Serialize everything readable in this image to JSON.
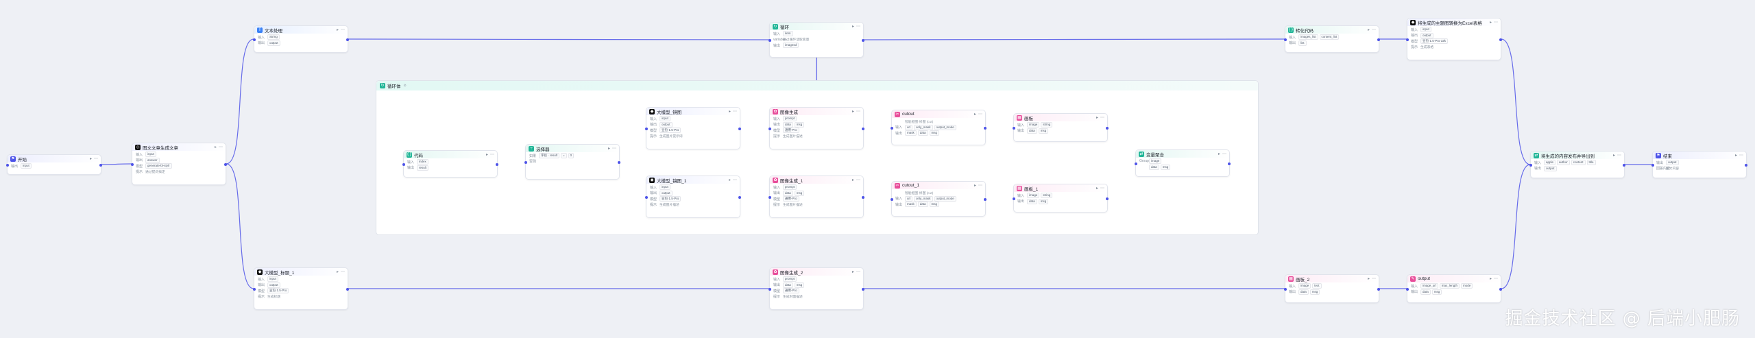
{
  "colors": {
    "edge": "#4d53e8",
    "start": "#4d53e8",
    "llm": "#111111",
    "plugin": "#e84d9a",
    "code": "#1fb596",
    "text": "#3b82f6"
  },
  "loop": {
    "title": "循环体",
    "tag": "⊙"
  },
  "nodes": {
    "start": {
      "title": "开始",
      "icon": "⚑",
      "rows": [
        {
          "label": "输出",
          "chips": [
            "input"
          ]
        }
      ]
    },
    "text_split": {
      "title": "图文文章生成文章",
      "icon": "◇",
      "rows": [
        {
          "label": "输入",
          "chips": [
            "input"
          ]
        },
        {
          "label": "输出",
          "chips": [
            "answer"
          ]
        },
        {
          "label": "模型",
          "chips": [
            "generate-bl-stylr"
          ]
        },
        {
          "label": "提示",
          "text": "通过提问搞定"
        }
      ]
    },
    "text_process": {
      "title": "文本处理",
      "icon": "T",
      "rows": [
        {
          "label": "输入",
          "chips": [
            "String"
          ]
        },
        {
          "label": "输出",
          "chips": [
            "output"
          ]
        }
      ]
    },
    "llm_title": {
      "title": "大模型_标题_1",
      "icon": "◆",
      "rows": [
        {
          "label": "输入",
          "chips": [
            "input"
          ]
        },
        {
          "label": "输出",
          "chips": [
            "output"
          ]
        },
        {
          "label": "模型",
          "chips": [
            "豆包·1.5·Pro"
          ]
        },
        {
          "label": "提示",
          "text": "生成标题"
        }
      ]
    },
    "loop_node": {
      "title": "循环",
      "icon": "↻",
      "rows": [
        {
          "label": "输入",
          "chips": [
            "item"
          ]
        },
        {
          "label": "variable",
          "text": "通过循环读取变量"
        },
        {
          "label": "输出",
          "chips": [
            "imagesd"
          ]
        }
      ]
    },
    "code": {
      "title": "代码",
      "icon": "{}",
      "rows": [
        {
          "label": "输入",
          "chips": [
            "index"
          ]
        },
        {
          "label": "输出",
          "chips": [
            "result"
          ]
        }
      ]
    },
    "selector": {
      "title": "选择器",
      "icon": "⑂",
      "rows": [
        {
          "label": "如果",
          "chips": [
            "字段 · result",
            "=",
            "0"
          ]
        },
        {
          "label": "否则",
          "text": ""
        }
      ]
    },
    "llm_shot": {
      "title": "大模型_镜图",
      "icon": "◆",
      "rows": [
        {
          "label": "输入",
          "chips": [
            "input"
          ]
        },
        {
          "label": "输出",
          "chips": [
            "output"
          ]
        },
        {
          "label": "模型",
          "chips": [
            "豆包·1.5·Pro"
          ]
        },
        {
          "label": "提示",
          "text": "生成图片提示词"
        }
      ]
    },
    "img_gen": {
      "title": "图像生成",
      "icon": "✿",
      "rows": [
        {
          "label": "输入",
          "chips": [
            "prompt"
          ]
        },
        {
          "label": "输出",
          "chips": [
            "data",
            "msg"
          ]
        },
        {
          "label": "模型",
          "chips": [
            "通用-Pro"
          ]
        },
        {
          "label": "提示",
          "text": "生成图片描述"
        }
      ]
    },
    "cutout": {
      "title": "cutout",
      "icon": "✂",
      "rows": [
        {
          "label": "",
          "text": "智能抠图·修图 (cut)"
        },
        {
          "label": "输入",
          "chips": [
            "url",
            "only_mask",
            "output_mode"
          ]
        },
        {
          "label": "输出",
          "chips": [
            "mask",
            "data",
            "msg"
          ]
        }
      ]
    },
    "canvas": {
      "title": "画板",
      "icon": "▦",
      "rows": [
        {
          "label": "输入",
          "chips": [
            "image",
            "string"
          ]
        },
        {
          "label": "输出",
          "chips": [
            "data",
            "msg"
          ]
        }
      ]
    },
    "llm_shot2": {
      "title": "大模型_镜图_1",
      "icon": "◆",
      "rows": [
        {
          "label": "输入",
          "chips": [
            "input"
          ]
        },
        {
          "label": "输出",
          "chips": [
            "output"
          ]
        },
        {
          "label": "模型",
          "chips": [
            "豆包·1.5·Pro"
          ]
        },
        {
          "label": "提示",
          "text": "生成图片描述"
        }
      ]
    },
    "img_gen2": {
      "title": "图像生成_1",
      "icon": "✿",
      "rows": [
        {
          "label": "输入",
          "chips": [
            "prompt"
          ]
        },
        {
          "label": "输出",
          "chips": [
            "data",
            "msg"
          ]
        },
        {
          "label": "模型",
          "chips": [
            "通用-Pro"
          ]
        },
        {
          "label": "提示",
          "text": "生成图片描述"
        }
      ]
    },
    "cutout2": {
      "title": "cutout_1",
      "icon": "✂",
      "rows": [
        {
          "label": "",
          "text": "智能抠图·修图 (cut)"
        },
        {
          "label": "输入",
          "chips": [
            "url",
            "only_mask",
            "output_mode"
          ]
        },
        {
          "label": "输出",
          "chips": [
            "mask",
            "data",
            "msg"
          ]
        }
      ]
    },
    "canvas2": {
      "title": "画板_1",
      "icon": "▦",
      "rows": [
        {
          "label": "输入",
          "chips": [
            "image",
            "string"
          ]
        },
        {
          "label": "输出",
          "chips": [
            "data",
            "msg"
          ]
        }
      ]
    },
    "merge": {
      "title": "变量聚合",
      "icon": "⇄",
      "rows": [
        {
          "label": "Group",
          "chips": [
            "image"
          ]
        },
        {
          "label": "",
          "chips": [
            "data",
            "msg"
          ]
        }
      ]
    },
    "code_convert": {
      "title": "转化代码",
      "icon": "{}",
      "rows": [
        {
          "label": "输入",
          "chips": [
            "images_list",
            "content_list"
          ]
        },
        {
          "label": "输出",
          "chips": [
            "list"
          ]
        }
      ]
    },
    "excel": {
      "title": "将生成的主题图转换为Excel表格",
      "icon": "◆",
      "rows": [
        {
          "label": "输入",
          "chips": [
            "input"
          ]
        },
        {
          "label": "输出",
          "chips": [
            "output"
          ]
        },
        {
          "label": "模型",
          "chips": [
            "豆包·1.5·Pro·32k"
          ]
        },
        {
          "label": "提示",
          "text": "生成表格"
        }
      ]
    },
    "img_gen3": {
      "title": "图像生成_2",
      "icon": "✿",
      "rows": [
        {
          "label": "输入",
          "chips": [
            "prompt"
          ]
        },
        {
          "label": "输出",
          "chips": [
            "data",
            "msg"
          ]
        },
        {
          "label": "模型",
          "chips": [
            "通用-Pro"
          ]
        },
        {
          "label": "提示",
          "text": "生成封面描述"
        }
      ]
    },
    "canvas3": {
      "title": "画板_2",
      "icon": "▦",
      "rows": [
        {
          "label": "输入",
          "chips": [
            "image",
            "text"
          ]
        },
        {
          "label": "输出",
          "chips": [
            "data",
            "msg"
          ]
        }
      ]
    },
    "output_node": {
      "title": "output",
      "icon": "✎",
      "rows": [
        {
          "label": "输入",
          "chips": [
            "image_url",
            "max_length",
            "mode"
          ]
        },
        {
          "label": "输出",
          "chips": [
            "data",
            "msg"
          ]
        }
      ]
    },
    "final_merge": {
      "title": "将生成的内容发布并导出到",
      "icon": "⇄",
      "rows": [
        {
          "label": "输入",
          "chips": [
            "apple",
            "author",
            "content",
            "title"
          ]
        },
        {
          "label": "输出",
          "chips": [
            "output"
          ]
        }
      ]
    },
    "end": {
      "title": "结束",
      "icon": "⚑",
      "rows": [
        {
          "label": "输出",
          "chips": [
            "output"
          ]
        },
        {
          "label": "回答内容",
          "text": "图文内容"
        }
      ]
    }
  },
  "watermark": "掘金技术社区 @ 后端小肥肠"
}
